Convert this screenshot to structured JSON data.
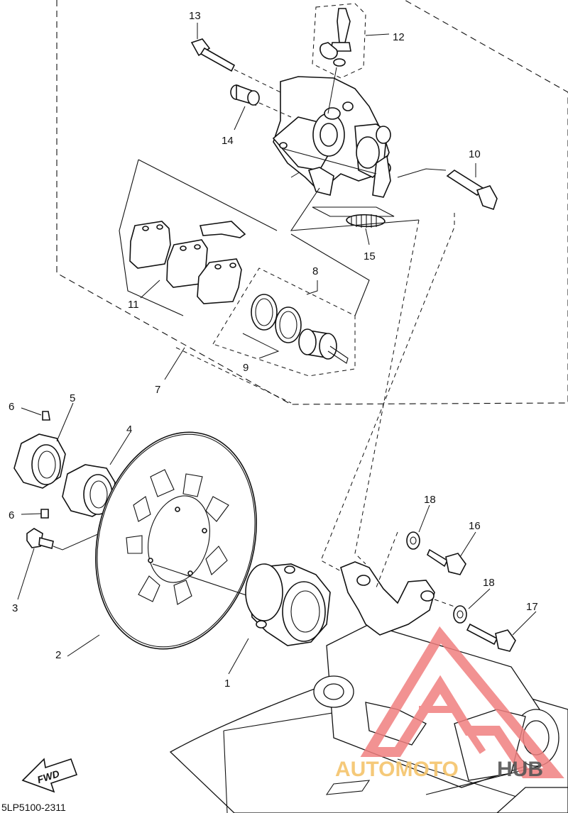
{
  "diagram": {
    "drawing_code": "5LP5100-2311",
    "direction_label": "FWD",
    "callouts": [
      "1",
      "2",
      "3",
      "4",
      "5",
      "6",
      "6",
      "7",
      "8",
      "9",
      "10",
      "11",
      "12",
      "13",
      "14",
      "15",
      "16",
      "17",
      "18",
      "18"
    ]
  },
  "watermark": {
    "text_part1": "AUTOMOTO",
    "text_part2": "HUB",
    "color_primary": "#f08080",
    "color_secondary": "#f5c46b",
    "color_dark": "#555555"
  }
}
